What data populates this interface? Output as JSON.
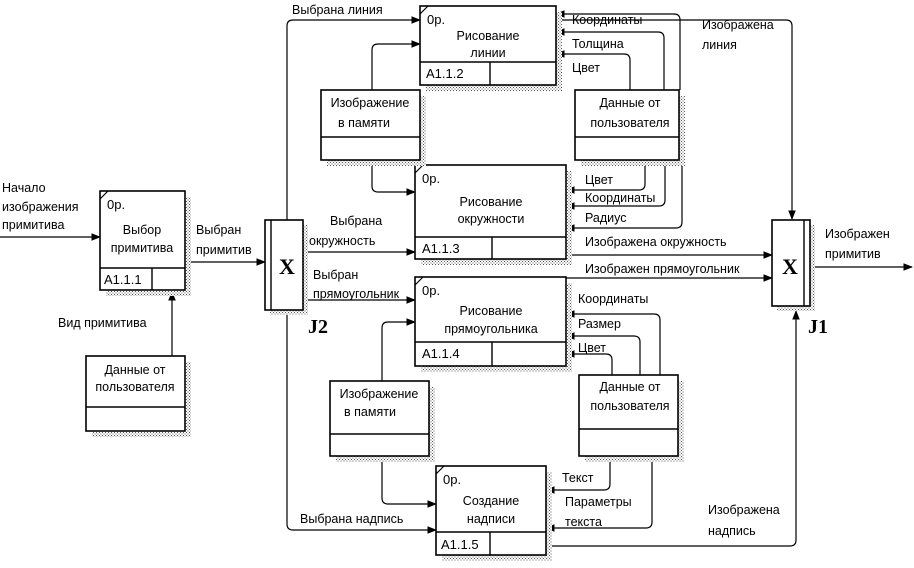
{
  "diagram": {
    "boxes": {
      "a111": {
        "op": "0р.",
        "title": [
          "Выбор",
          "примитива"
        ],
        "id": "A1.1.1"
      },
      "a112": {
        "op": "0р.",
        "title": [
          "Рисование",
          "линии"
        ],
        "id": "A1.1.2"
      },
      "a113": {
        "op": "0р.",
        "title": [
          "Рисование",
          "окружности"
        ],
        "id": "A1.1.3"
      },
      "a114": {
        "op": "0р.",
        "title": [
          "Рисование",
          "прямоугольника"
        ],
        "id": "A1.1.4"
      },
      "a115": {
        "op": "0р.",
        "title": [
          "Создание",
          "надписи"
        ],
        "id": "A1.1.5"
      }
    },
    "data_stores": {
      "user_data_left": [
        "Данные от",
        "пользователя"
      ],
      "memory_top": [
        "Изображение",
        "в памяти"
      ],
      "user_data_top": [
        "Данные от",
        "пользователя"
      ],
      "memory_bottom": [
        "Изображение",
        "в памяти"
      ],
      "user_data_bottom": [
        "Данные от",
        "пользователя"
      ]
    },
    "junctions": {
      "j2": {
        "symbol": "X",
        "name": "J2"
      },
      "j1": {
        "symbol": "X",
        "name": "J1"
      }
    },
    "labels": {
      "start": [
        "Начало",
        "изображения",
        "примитива"
      ],
      "primitive_kind": "Вид примитива",
      "primitive_selected": [
        "Выбран",
        "примитив"
      ],
      "line_selected": "Выбрана линия",
      "circle_selected": [
        "Выбрана",
        "окружность"
      ],
      "rect_selected": [
        "Выбран",
        "прямоугольник"
      ],
      "caption_selected": "Выбрана надпись",
      "coords_line": "Координаты",
      "thickness": "Толщина",
      "color_line": "Цвет",
      "line_drawn": [
        "Изображена",
        "линия"
      ],
      "color_circle": "Цвет",
      "coords_circle": "Координаты",
      "radius": "Радиус",
      "circle_drawn": "Изображена окружность",
      "rect_drawn": "Изображен прямоугольник",
      "coords_rect": "Координаты",
      "size": "Размер",
      "color_rect": "Цвет",
      "text": "Текст",
      "text_params": [
        "Параметры",
        "текста"
      ],
      "caption_drawn": [
        "Изображена",
        "надпись"
      ],
      "primitive_drawn": [
        "Изображен",
        "примитив"
      ]
    }
  }
}
